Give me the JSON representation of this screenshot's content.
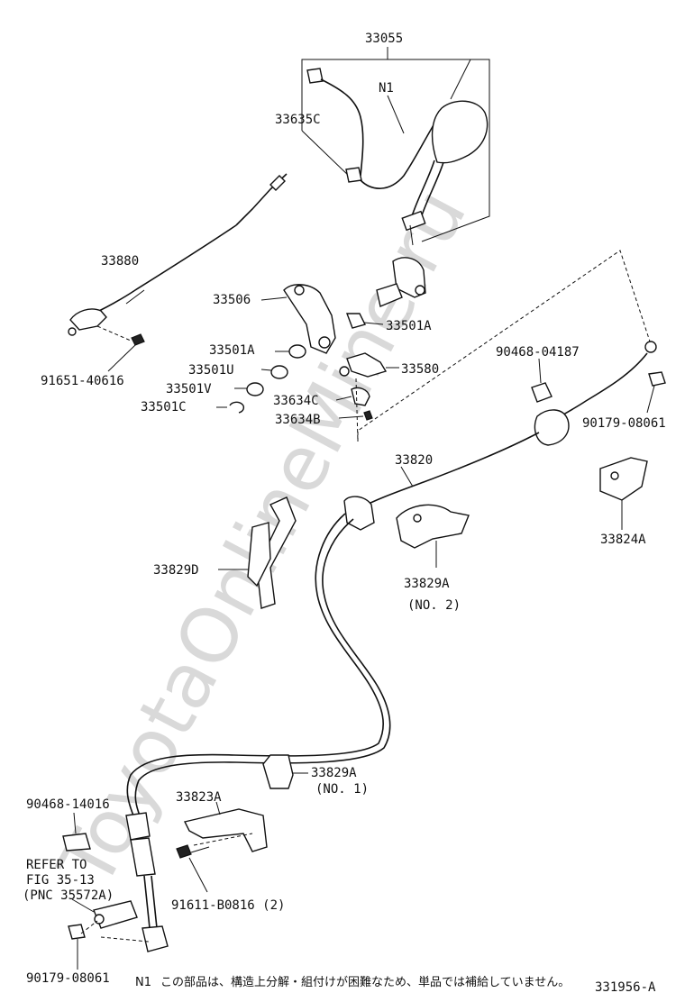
{
  "watermark": "ToyotaOnlineMine.ru",
  "labels": {
    "p33055": "33055",
    "n1": "N1",
    "p33635C": "33635C",
    "p33880": "33880",
    "p33506": "33506",
    "p33501A_right": "33501A",
    "p33501A_left": "33501A",
    "p33580": "33580",
    "p33501U": "33501U",
    "p33501V": "33501V",
    "p33501C": "33501C",
    "p33634C": "33634C",
    "p33634B": "33634B",
    "p91651": "91651-40616",
    "p90468_04187": "90468-04187",
    "p90179_top": "90179-08061",
    "p33820": "33820",
    "p33824A": "33824A",
    "p33829D": "33829D",
    "p33829A_no2": "33829A",
    "no2": "(NO. 2)",
    "p33829A_no1": "33829A",
    "no1": "(NO. 1)",
    "p33823A": "33823A",
    "p90468_14016": "90468-14016",
    "refer1": "REFER TO",
    "refer2": "FIG 35-13",
    "refer3": "(PNC 35572A)",
    "p91611": "91611-B0816 (2)",
    "p90179_bottom": "90179-08061"
  },
  "footnote": {
    "mark": "N1",
    "text": "この部品は、構造上分解・組付けが困難なため、単品では補給していません。"
  },
  "figure_id": "331956-A"
}
